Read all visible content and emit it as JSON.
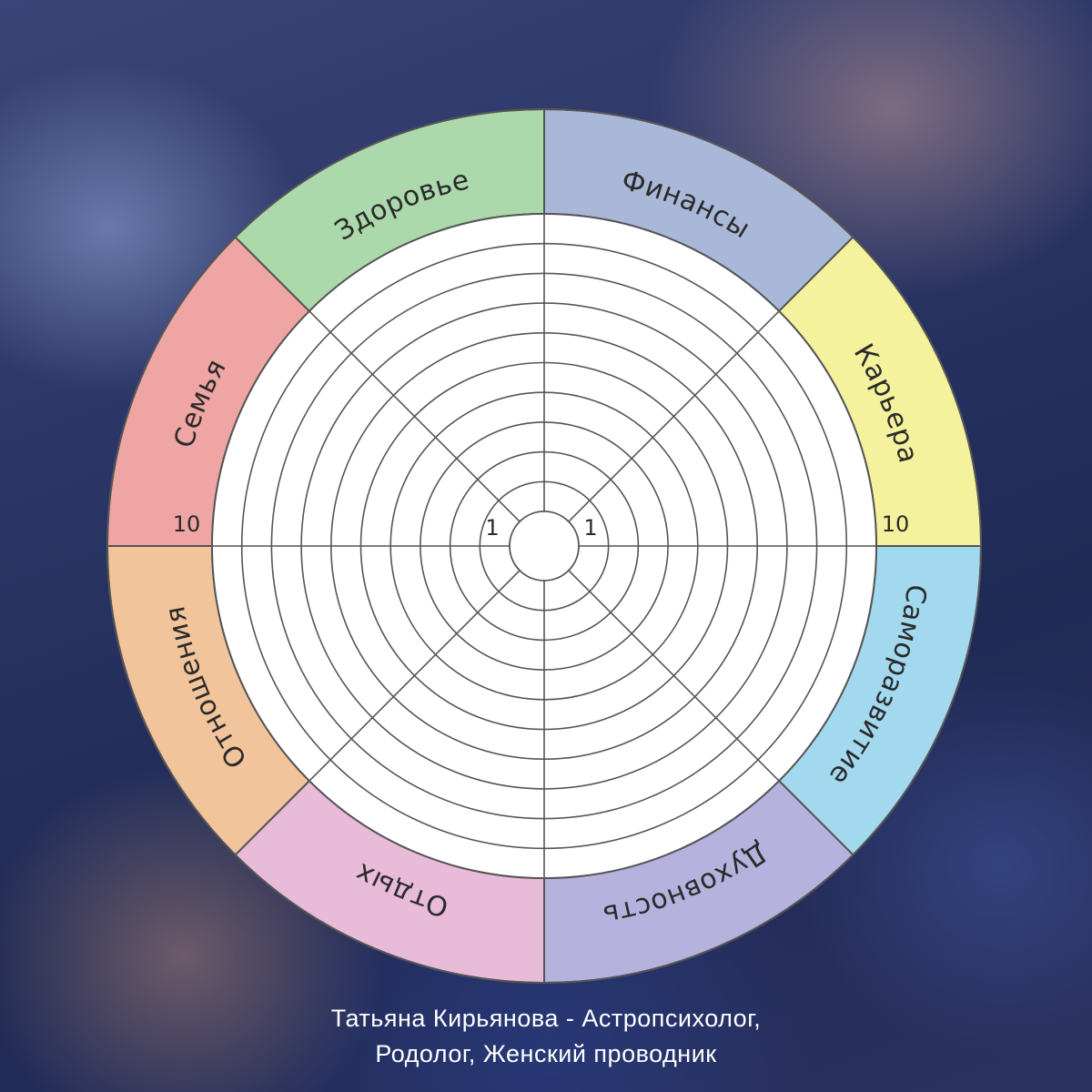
{
  "segments": [
    {
      "label": "Финансы",
      "color": "#a9b8d9"
    },
    {
      "label": "Карьера",
      "color": "#f4f29c"
    },
    {
      "label": "Саморазвитие",
      "color": "#a3d9ef"
    },
    {
      "label": "Духовность",
      "color": "#b5b2de"
    },
    {
      "label": "Отдых",
      "color": "#e8bbd9"
    },
    {
      "label": "Отношения",
      "color": "#f1c49b"
    },
    {
      "label": "Семья",
      "color": "#efa5a3"
    },
    {
      "label": "Здоровье",
      "color": "#acd9ab"
    }
  ],
  "scale": {
    "min_label_left": "1",
    "min_label_right": "1",
    "max_label_left": "10",
    "max_label_right": "10"
  },
  "caption": {
    "line1": "Татьяна Кирьянова - Астропсихолог,",
    "line2": "Родолог, Женский проводник"
  }
}
